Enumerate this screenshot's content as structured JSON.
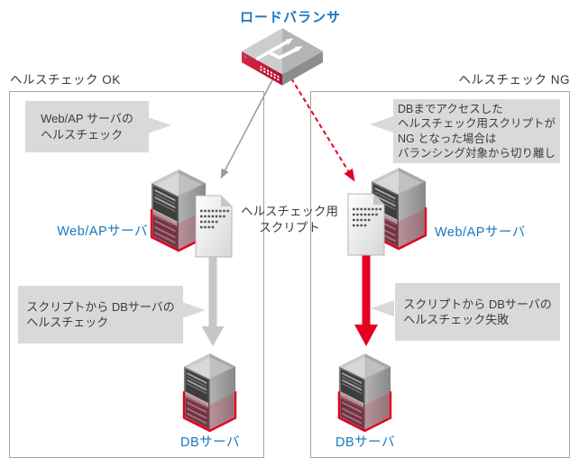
{
  "title": "ロードバランサ",
  "middle_label": "ヘルスチェック用\nスクリプト",
  "columns": {
    "ok": {
      "header": "ヘルスチェック OK",
      "callout_top": "Web/AP サーバの\nヘルスチェック",
      "web_server_label": "Web/APサーバ",
      "callout_bottom": "スクリプトから DBサーバの\nヘルスチェック",
      "db_server_label": "DBサーバ"
    },
    "ng": {
      "header": "ヘルスチェック NG",
      "callout_top": "DBまでアクセスした\nヘルスチェック用スクリプトが\nNG となった場合は\nバランシング対象から切り離し",
      "web_server_label": "Web/APサーバ",
      "callout_bottom": "スクリプトから DBサーバの\nヘルスチェック失敗",
      "db_server_label": "DBサーバ"
    }
  },
  "colors": {
    "accent_blue": "#1878be",
    "alert_red": "#e50021",
    "callout_bg": "#d9d9d9",
    "text_dark": "#403a3c",
    "arrow_gray": "#9c9c9c",
    "thick_arrow_gray": "#c6c6c6"
  }
}
